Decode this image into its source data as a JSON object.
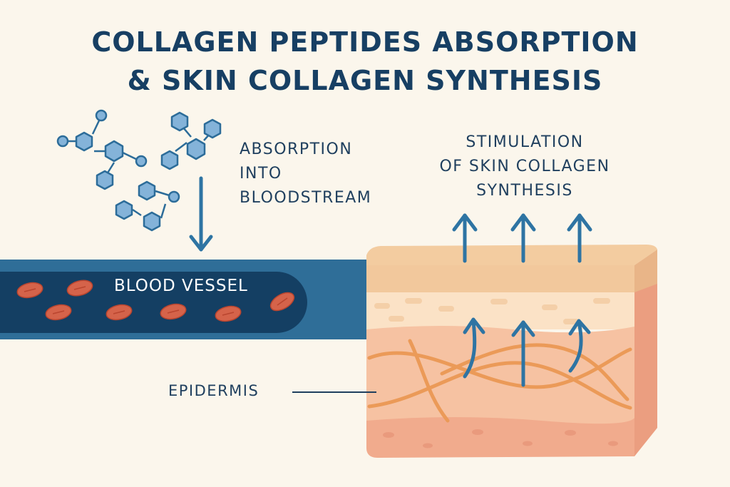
{
  "title": {
    "line1": "COLLAGEN PEPTIDES ABSORPTION",
    "line2": "& SKIN COLLAGEN SYNTHESIS"
  },
  "labels": {
    "absorption": [
      "ABSORPTION",
      "INTO",
      "BLOODSTREAM"
    ],
    "stimulation": [
      "STIMULATION",
      "OF SKIN COLLAGEN",
      "SYNTHESIS"
    ],
    "blood_vessel": "BLOOD VESSEL",
    "epidermis": "EPIDERMIS"
  },
  "colors": {
    "background": "#fbf6ec",
    "title": "#173f63",
    "vessel_outer": "#2f6e98",
    "vessel_inner": "#143f63",
    "blood_cell": "#d5634a",
    "molecule_fill": "#84b3d9",
    "molecule_stroke": "#2c6c99",
    "arrow": "#2e74a3",
    "skin_top": "#f5cfa6",
    "skin_mid": "#fbe3c8",
    "skin_dermis": "#f7c2a1",
    "skin_base": "#f0a689",
    "collagen_fiber": "#eb9a58"
  },
  "icons": [
    "peptide-molecule-icon",
    "down-arrow-icon",
    "up-arrow-icon",
    "red-blood-cell-icon",
    "collagen-fiber-icon"
  ]
}
